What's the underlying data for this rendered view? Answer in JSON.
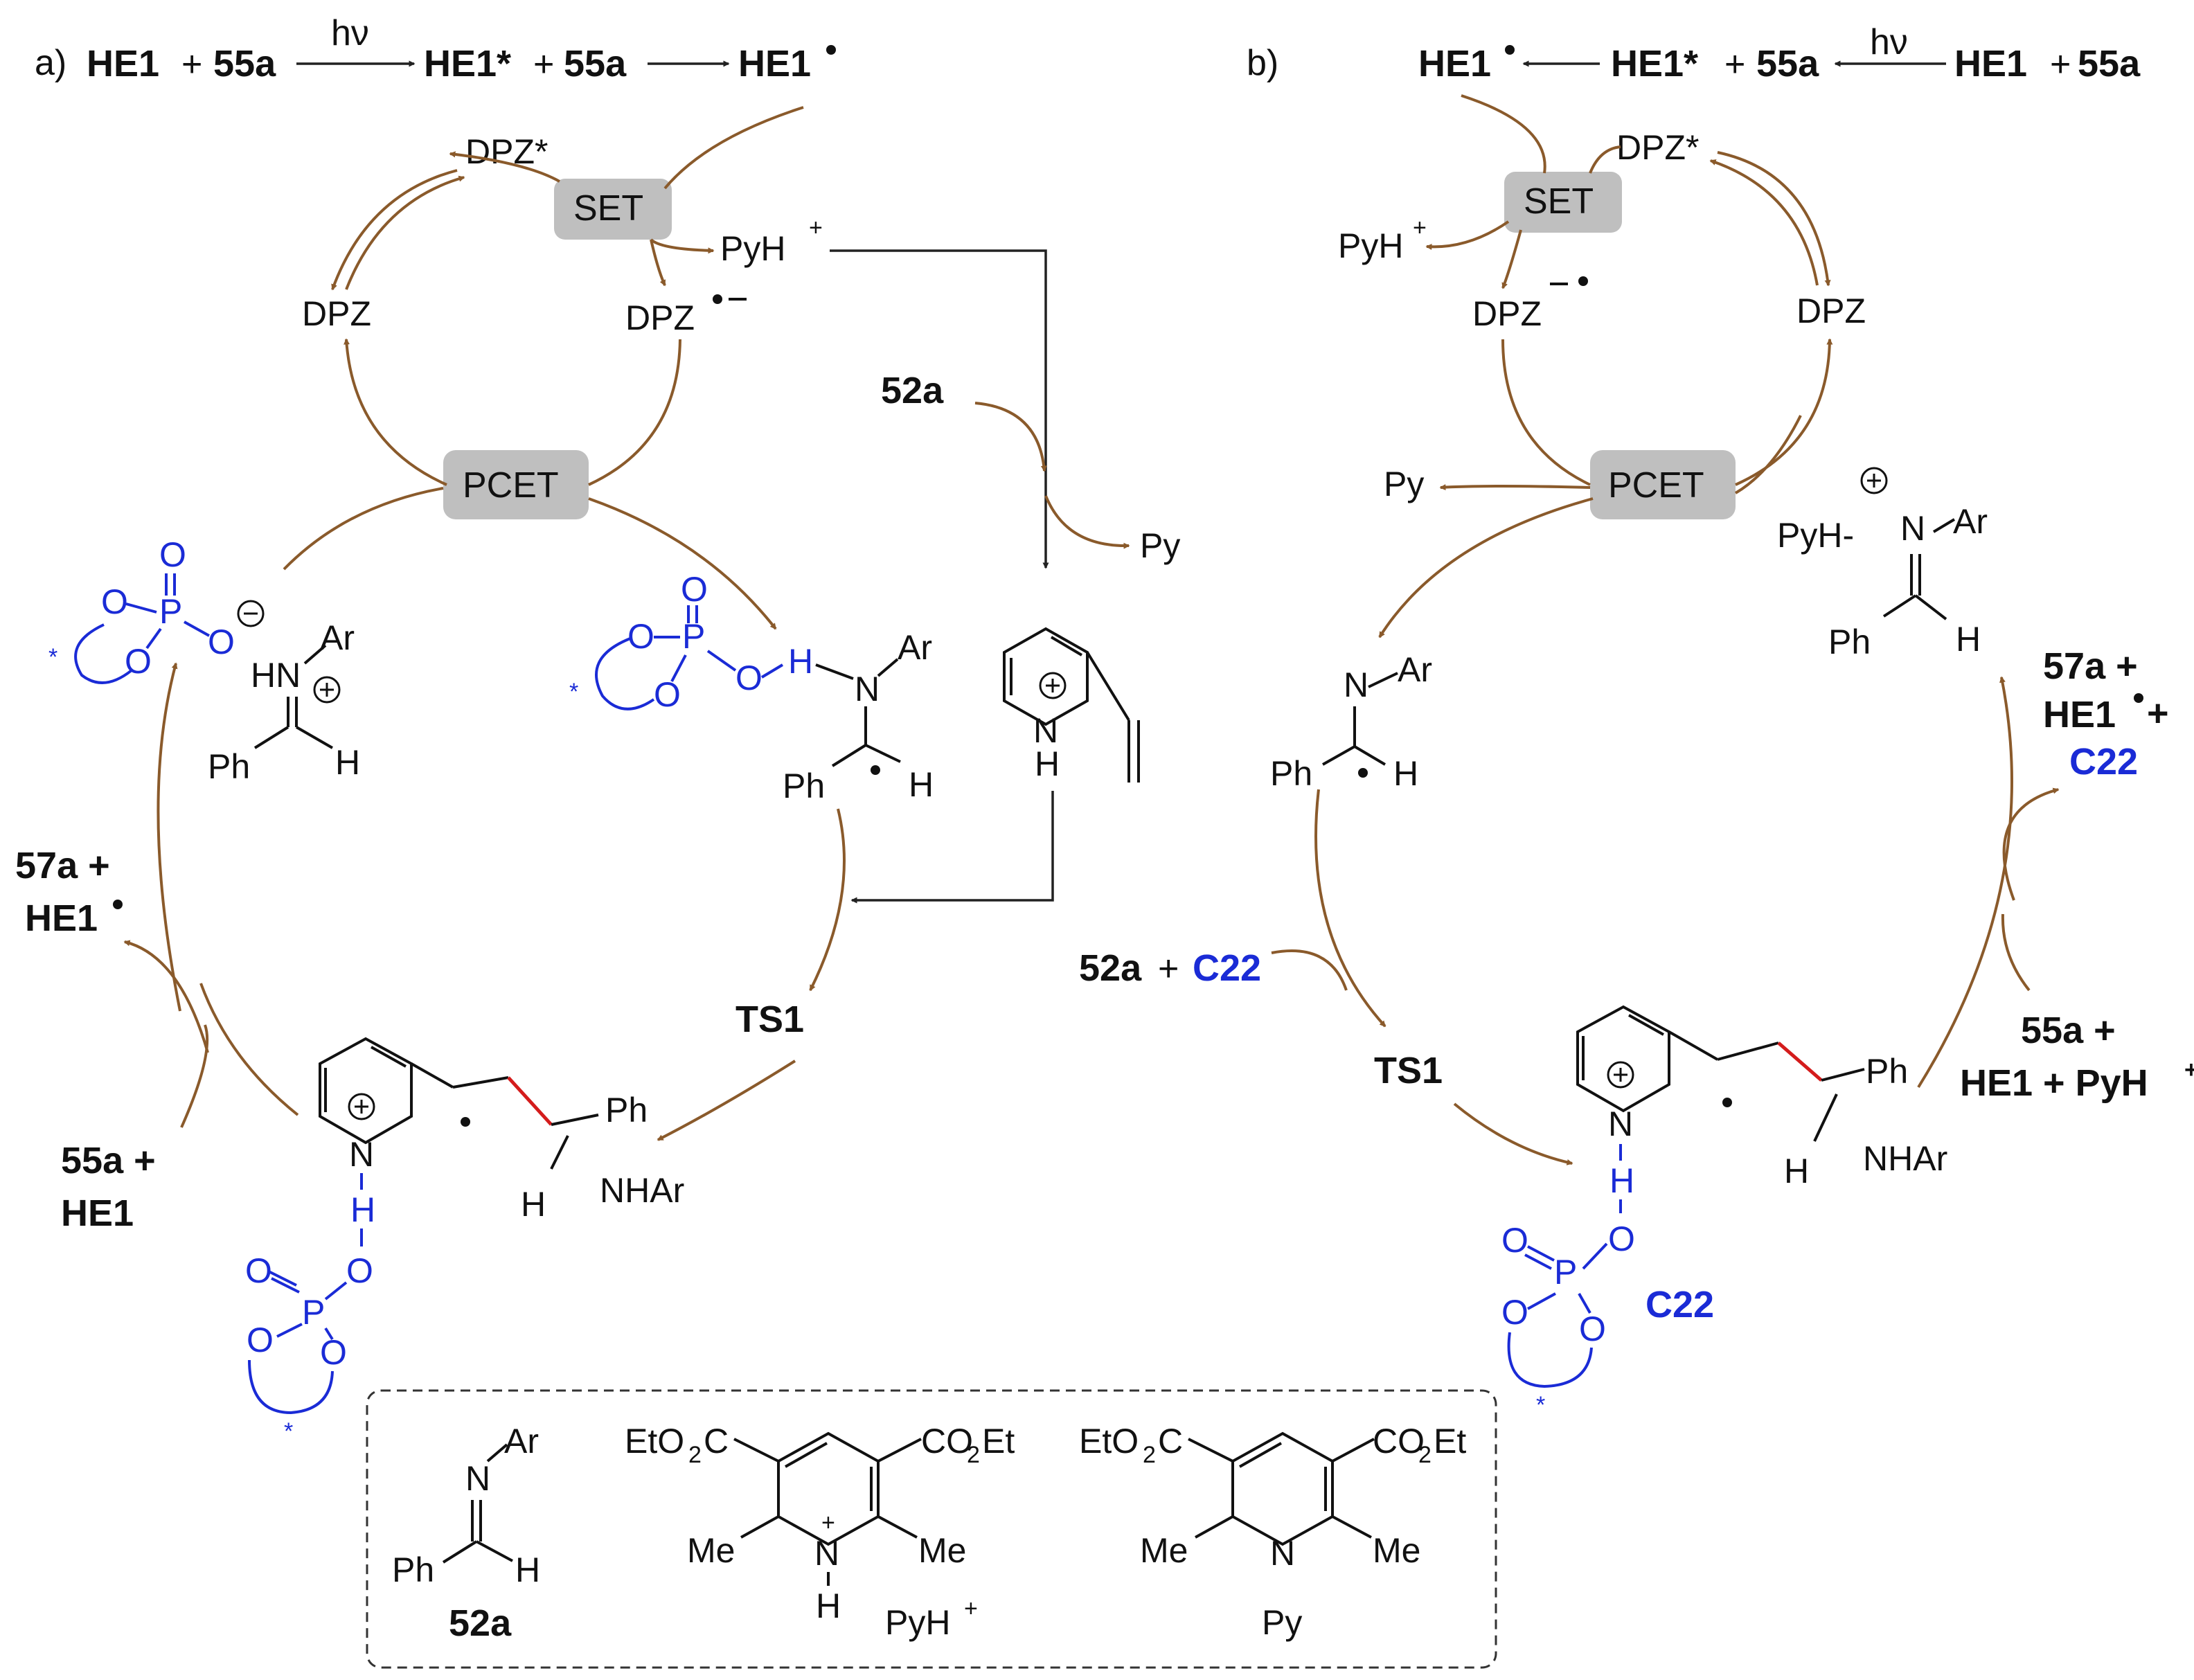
{
  "colors": {
    "arrow": "#8a5a2b",
    "catalyst_blue": "#1a2bd6",
    "red_bond": "#d41c1c",
    "box_gray": "#bfbfbf"
  },
  "panel_a": {
    "label": "a)",
    "header": {
      "he1": "HE1",
      "plus": "+",
      "s55a": "55a",
      "hv": "hν",
      "he1star": "HE1*",
      "he1rad": "HE1"
    },
    "set": "SET",
    "pcet": "PCET",
    "dpz_star": "DPZ*",
    "dpz": "DPZ",
    "dpz_rad": "DPZ",
    "pyh": "PyH",
    "s52a": "52a",
    "py": "Py",
    "ts1": "TS1",
    "out_57a": "57a +",
    "out_he1": "HE1",
    "in_55a": "55a +",
    "in_he1": "HE1",
    "ar": "Ar",
    "ph": "Ph",
    "h": "H",
    "n": "N",
    "hn": "HN",
    "nhar": "NHAr",
    "o": "O",
    "p": "P",
    "star": "*"
  },
  "panel_b": {
    "label": "b)",
    "header": {
      "he1rad": "HE1",
      "he1star": "HE1*",
      "plus": "+",
      "s55a": "55a",
      "hv": "hν",
      "he1": "HE1"
    },
    "set": "SET",
    "pcet": "PCET",
    "dpz_star": "DPZ*",
    "dpz": "DPZ",
    "dpz_rad": "DPZ",
    "pyh": "PyH",
    "py": "Py",
    "s52a": "52a",
    "c22": "C22",
    "ts1": "TS1",
    "out_57a": "57a +",
    "out_he1": "HE1",
    "out_c22": "C22",
    "in_55a": "55a +",
    "in_he1pyh": "HE1 + PyH",
    "ar": "Ar",
    "ph": "Ph",
    "h": "H",
    "n": "N",
    "nhar": "NHAr",
    "o": "O",
    "p": "P",
    "star": "*",
    "pyh_dash": "PyH-"
  },
  "legend": {
    "c52a": {
      "ar": "Ar",
      "n": "N",
      "ph": "Ph",
      "h": "H",
      "name": "52a"
    },
    "pyh": {
      "eto2c": "EtO",
      "eto2c_tail": "C",
      "co2et": "CO",
      "co2et_tail": "Et",
      "two": "2",
      "me": "Me",
      "n": "N",
      "h": "H",
      "name": "PyH"
    },
    "py": {
      "eto2c": "EtO",
      "eto2c_tail": "C",
      "co2et": "CO",
      "co2et_tail": "Et",
      "two": "2",
      "me": "Me",
      "n": "N",
      "name": "Py"
    }
  }
}
